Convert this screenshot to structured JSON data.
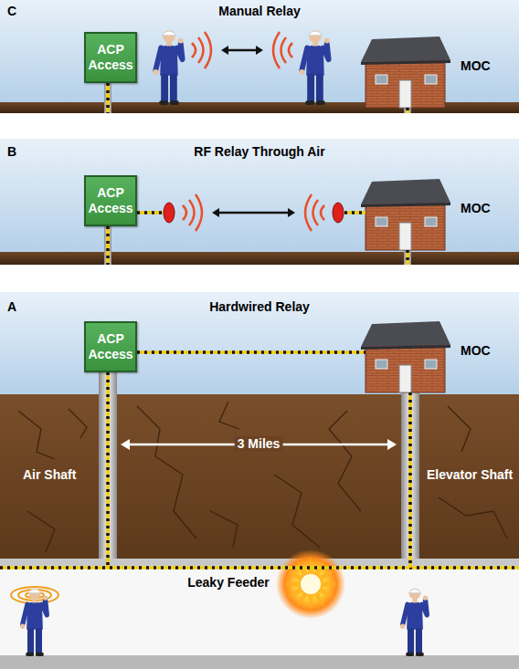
{
  "diagram": {
    "nodes": [
      {
        "text": [
          "ACP Access"
        ]
      },
      {
        "text": [
          "MOC"
        ]
      },
      {
        "text": [
          "ACP Access"
        ]
      },
      {
        "text": [
          "MOC"
        ]
      },
      {
        "text": [
          "ACP Access"
        ]
      },
      {
        "text": [
          "MOC"
        ]
      }
    ],
    "edges": [
      {
        "from": 4,
        "to": 5,
        "arrow": "none"
      }
    ],
    "labels": [
      "C",
      "Manual Relay",
      "B",
      "RF Relay Through Air",
      "A",
      "Hardwired Relay",
      "3 Miles",
      "Air Shaft",
      "Elevator Shaft",
      "Leaky Feeder"
    ]
  }
}
